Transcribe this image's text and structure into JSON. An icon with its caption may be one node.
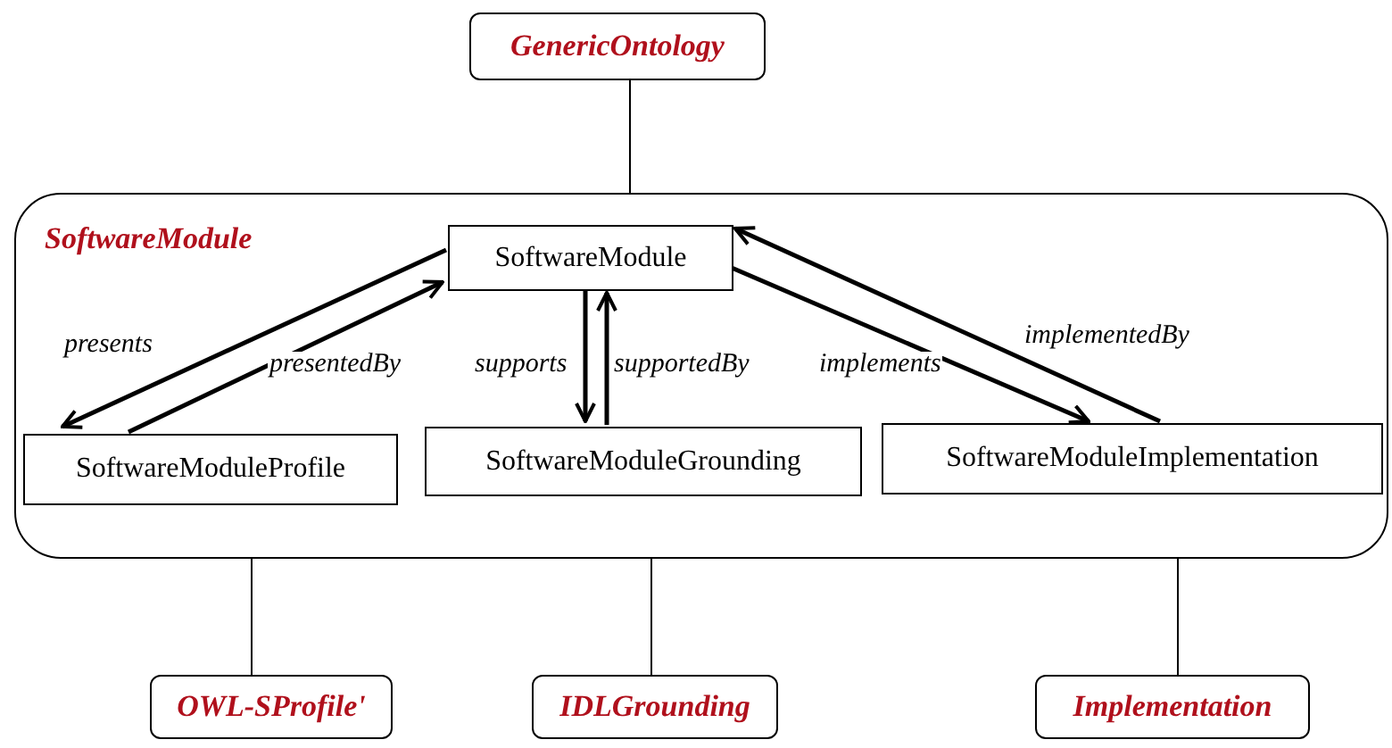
{
  "diagram": {
    "nodes": [
      {
        "text": [
          "GenericOntology"
        ]
      },
      {
        "text": [
          "SoftwareModule"
        ]
      },
      {
        "text": [
          "SoftwareModule"
        ],
        "in": 1
      },
      {
        "text": [
          "SoftwareModuleProfile"
        ],
        "in": 1
      },
      {
        "text": [
          "SoftwareModuleGrounding"
        ],
        "in": 1
      },
      {
        "text": [
          "SoftwareModuleImplementation"
        ],
        "in": 1
      },
      {
        "text": [
          "OWL-SProfile'"
        ]
      },
      {
        "text": [
          "IDLGrounding"
        ]
      },
      {
        "text": [
          "Implementation"
        ]
      }
    ],
    "edges": [
      {
        "from": 0,
        "to": 1,
        "arrow": "none"
      },
      {
        "from": 2,
        "to": 3,
        "arrow": "to",
        "label": "presents"
      },
      {
        "from": 3,
        "to": 2,
        "arrow": "to",
        "label": "presentedBy"
      },
      {
        "from": 2,
        "to": 4,
        "arrow": "to",
        "label": "supports"
      },
      {
        "from": 4,
        "to": 2,
        "arrow": "to",
        "label": "supportedBy"
      },
      {
        "from": 2,
        "to": 5,
        "arrow": "to",
        "label": "implements"
      },
      {
        "from": 5,
        "to": 2,
        "arrow": "to",
        "label": "implementedBy"
      },
      {
        "from": 1,
        "to": 6,
        "arrow": "none"
      },
      {
        "from": 1,
        "to": 7,
        "arrow": "none"
      },
      {
        "from": 1,
        "to": 8,
        "arrow": "none"
      }
    ]
  }
}
